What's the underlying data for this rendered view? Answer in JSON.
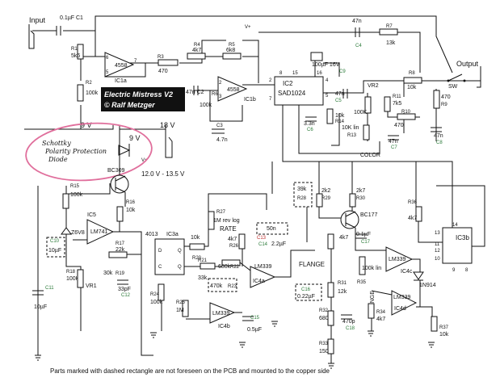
{
  "title_banner": {
    "line1": "Electric Mistress V2",
    "line2": "© Ralf Metzger"
  },
  "io": {
    "input": "Input",
    "output": "Output",
    "sw": "SW"
  },
  "supply": {
    "v18": "18 V",
    "v9a": "9 V",
    "v9b": "9 V",
    "range": "12.0 V - 13.5 V",
    "vplus": "V+"
  },
  "annotation": {
    "line1": "Schottky",
    "line2": "Polarity Protection",
    "line3": "Diode"
  },
  "ics": {
    "ic1a_name": "IC1a",
    "ic1a_part": "4558",
    "ic1b_name": "IC1b",
    "ic1b_part": "4558",
    "ic2_name": "IC2",
    "ic2_part": "SAD1024",
    "ic3a_name": "IC3a",
    "ic3a_part": "4013",
    "ic3b_name": "IC3b",
    "ic4a_name": "IC4a",
    "ic4b_name": "IC4b",
    "ic4c_name": "IC4c",
    "ic4d_name": "IC4d",
    "ic4_part": "LM339",
    "ic5_name": "IC5",
    "ic5_part": "LM741"
  },
  "components": {
    "c1": "0.1µF C1",
    "r1": "R1",
    "r1v": "5k6",
    "r2": "R2",
    "r2v": "100k",
    "r3": "R3",
    "r3v": "470",
    "r4": "R4",
    "r4v": "4k7",
    "r5": "R5",
    "r5v": "6k8",
    "c2": "47n C2",
    "r6": "R6",
    "r6v": "100k",
    "c3": "C3",
    "c3v": "4.7n",
    "c4": "C4",
    "c4v": "47n",
    "r7": "R7",
    "r7v": "13k",
    "c9": "C9",
    "c9v": "100µF 16V",
    "c5": "C5",
    "c5v": "47n",
    "r8": "R8",
    "r8v": "10k",
    "r9": "R9",
    "r9v": "470",
    "vr2": "VR2",
    "vr2v": "100K",
    "r11": "R11",
    "r11v": "7k5",
    "r10": "R10",
    "r10v": "470",
    "c6": "C6",
    "c6v": "3.3n",
    "r14": "R14",
    "r14v": "10k",
    "r13": "R13",
    "r13v": "10K lin",
    "c7": "C7",
    "c7v": "47n",
    "c8": "C8",
    "c8v": "47n",
    "color": "COLOR",
    "bc309": "BC309",
    "r15": "R15",
    "r15v": "100k",
    "r16": "R16",
    "r16v": "10k",
    "c10": "C10",
    "c10v": "10µF",
    "zener": "Z6V8",
    "r17": "R17",
    "r17v": "22k",
    "r18": "R18",
    "r18v": "100K",
    "vr1": "VR1",
    "r19": "R19",
    "r19v": "30k",
    "c12": "C12",
    "c12v": "33pF",
    "c11": "C11",
    "c11v": "10µF",
    "r20": "R20",
    "r20v": "10k",
    "r21": "R21",
    "r21v": "33k",
    "r27": "R27",
    "r27v": "1M rev log",
    "rate": "RATE",
    "r22": "R22",
    "r22v": "680k",
    "r23": "R23",
    "r23v": "470k",
    "r24": "R24",
    "r24v": "100k",
    "r25": "R25",
    "r25v": "1M",
    "r26": "R26",
    "r26v": "4k7",
    "c13": "C13",
    "c13v": "50n",
    "c14": "C14",
    "c14v": "2.2µF",
    "c15": "C15",
    "c15v": "0.5µF",
    "c16": "C16",
    "c16v": "0.22µF",
    "r28": "R28",
    "r28v": "39k",
    "r29": "R29",
    "r29v": "2k2",
    "r30": "R30",
    "r30v": "2k7",
    "bc177": "BC177",
    "r31": "R31",
    "r31v": "12k",
    "r32": "R32",
    "r32v": "680",
    "r33": "R33",
    "r33v": "150",
    "r34": "R34",
    "r34v": "4k7",
    "r35": "R35",
    "r35v": "100k lin",
    "range_label": "RANGE",
    "c17": "C17",
    "c17v": "0.1µF",
    "c18": "C18",
    "c18v": "470p",
    "r36": "R36",
    "r36v": "4k7",
    "r37": "R37",
    "r37v": "10k",
    "d1": "1N914",
    "flange": "FLANGE"
  },
  "footer": "Parts marked with dashed rectangle are not foreseen on the PCB and mounted to the copper side"
}
